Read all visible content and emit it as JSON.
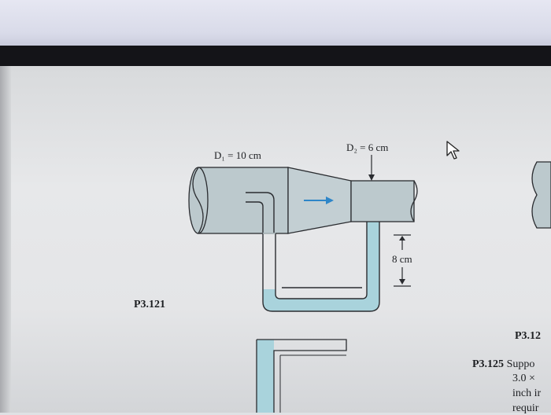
{
  "figure": {
    "label_d1": "D₁ = 10 cm",
    "label_d2": "D₂ = 6 cm",
    "label_height": "8 cm",
    "figure_number": "P3.121"
  },
  "next_figure": {
    "figure_number_partial": "P3.12",
    "problem_label": "P3.125",
    "line1": "Suppo",
    "line2": "3.0 ×",
    "line3": "inch ir",
    "line4": "requir"
  },
  "colors": {
    "water": "#a9d3dc",
    "pipe_fill": "#bcc9cd",
    "flow_arrow": "#2e86c8",
    "ink": "#2a2c30"
  },
  "icons": [
    "mouse-pointer-icon",
    "flow-arrow-icon"
  ]
}
